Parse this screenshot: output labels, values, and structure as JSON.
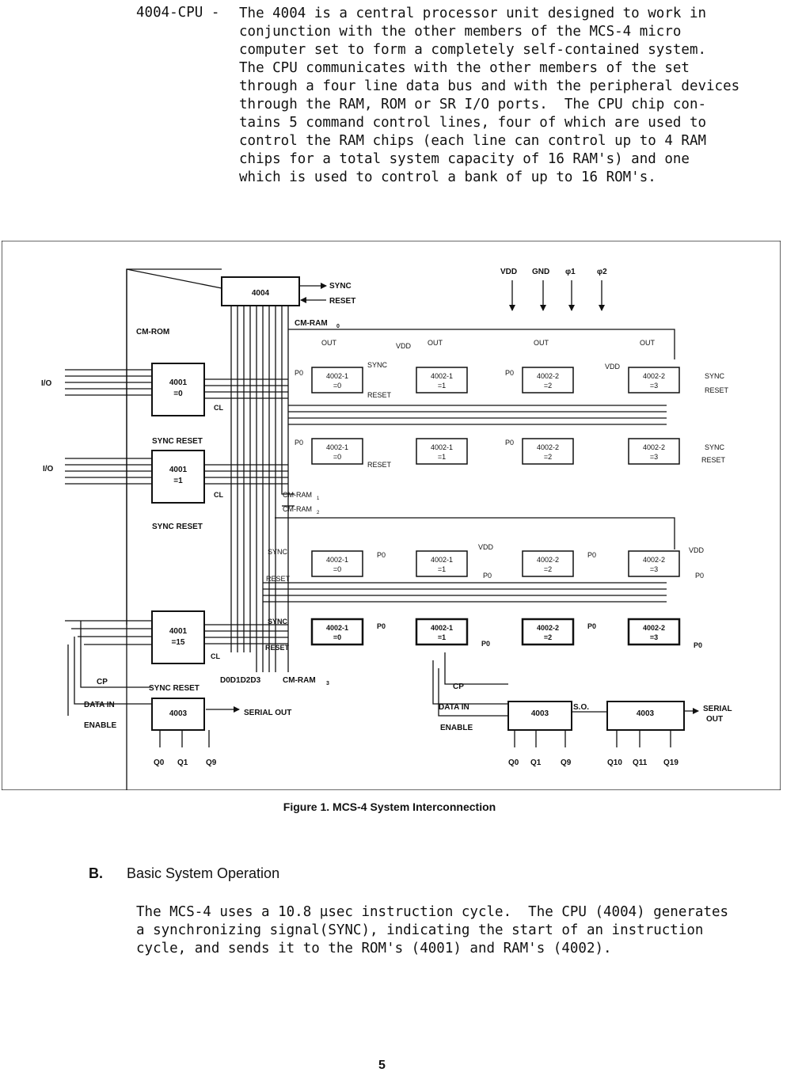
{
  "intro": {
    "term": "4004-CPU -",
    "lines": [
      "The 4004 is a central processor unit designed to work in",
      "conjunction with the other members of the MCS-4 micro",
      "computer set to form a completely self-contained system.",
      "The CPU communicates with the other members of the set",
      "through a four line data bus and with the peripheral devices",
      "through the RAM, ROM or SR I/O ports.  The CPU chip con-",
      "tains 5 command control lines, four of which are used to",
      "control the RAM chips (each line can control up to 4 RAM",
      "chips for a total system capacity of 16 RAM's) and one",
      "which is used to control a bank of up to 16 ROM's."
    ]
  },
  "figure": {
    "caption": "Figure 1.  MCS-4 System Interconnection",
    "cpu": "4004",
    "sync": "SYNC",
    "reset": "RESET",
    "cm_rom": "CM-ROM",
    "cm_ram0": "CM-RAM",
    "cm_ram0_sub": "0",
    "cm_ram1": "CM-RAM",
    "cm_ram1_sub": "1",
    "cm_ram2": "CM-RAM",
    "cm_ram2_sub": "2",
    "cm_ram3": "CM-RAM",
    "cm_ram3_sub": "3",
    "io": "I/O",
    "power": [
      "VDD",
      "GND",
      "φ1",
      "φ2"
    ],
    "out": "OUT",
    "vdd": "VDD",
    "p0": "P0",
    "cl": "CL",
    "sync_reset": "SYNC  RESET",
    "bus": "D0D1D2D3",
    "roms": [
      {
        "chip": "4001",
        "index": "=0"
      },
      {
        "chip": "4001",
        "index": "=1"
      },
      {
        "chip": "4001",
        "index": "=15"
      }
    ],
    "ram_row_labels": [
      "4002-1",
      "4002-1",
      "4002-2",
      "4002-2"
    ],
    "ram_indices": [
      "=0",
      "=1",
      "=2",
      "=3"
    ],
    "sr": "4003",
    "cp": "CP",
    "data_in": "DATA IN",
    "enable": "ENABLE",
    "serial_out": "SERIAL OUT",
    "serial_out_right": [
      "SERIAL",
      "OUT"
    ],
    "so": "S.O.",
    "q_left": [
      "Q0",
      "Q1",
      "Q9"
    ],
    "q_mid": [
      "Q0",
      "Q1",
      "Q9"
    ],
    "q_right": [
      "Q10",
      "Q11",
      "Q19"
    ]
  },
  "section": {
    "label": "B.",
    "title": "Basic System Operation",
    "lines": [
      "The MCS-4 uses a 10.8 µsec instruction cycle.  The CPU (4004) generates",
      "a synchronizing signal(SYNC), indicating the start of an instruction",
      "cycle, and sends it to the ROM's (4001) and RAM's (4002)."
    ]
  },
  "page_number": "5"
}
